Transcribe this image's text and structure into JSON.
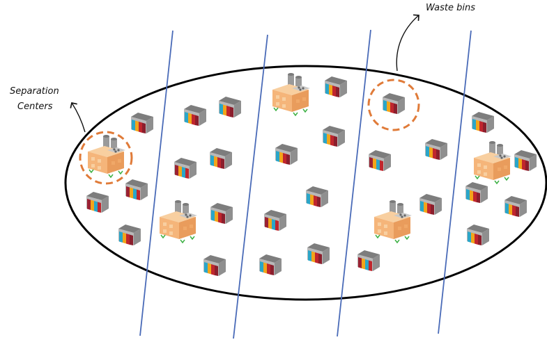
{
  "labels": {
    "waste_bins": "Waste bins",
    "separation_line1": "Separation",
    "separation_line2": "Centers"
  },
  "colors": {
    "ellipse_stroke": "#000000",
    "divider_line": "#4a6bb8",
    "highlight_circle": "#e07b39",
    "factory_wall": "#f5b57a",
    "factory_top": "#f8cfa0",
    "chimney": "#9a9a9a",
    "bin_top": "#8a8a8a",
    "bin_colors": [
      "#2aa6c9",
      "#f2a51a",
      "#c0262d",
      "#9b2233"
    ]
  },
  "icons": {
    "bin": "waste-bin-icon",
    "factory": "separation-center-icon"
  }
}
